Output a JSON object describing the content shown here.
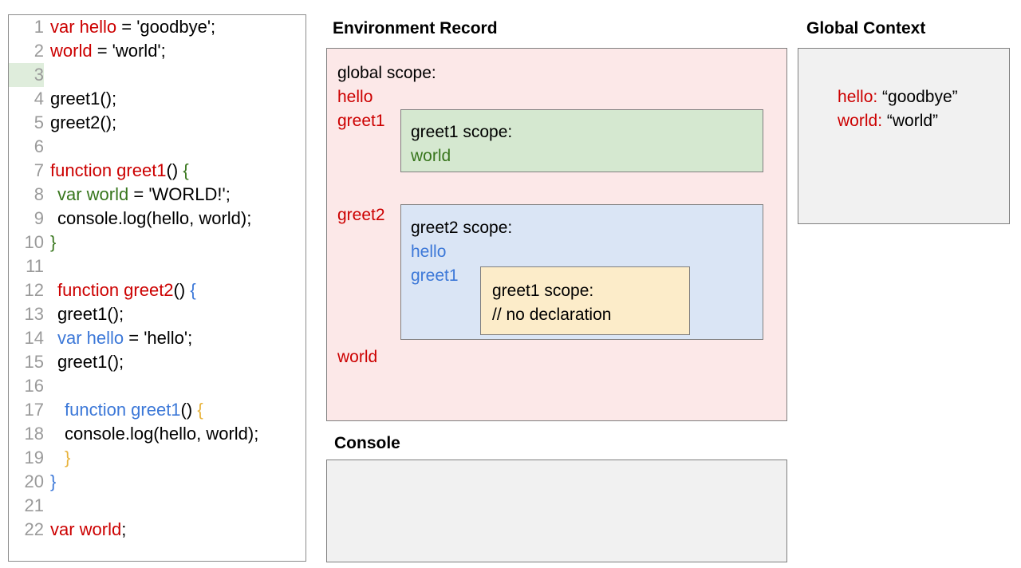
{
  "code_panel": {
    "lines": [
      {
        "num": "1",
        "highlight": false,
        "indent": 0,
        "tokens": [
          {
            "t": "var hello",
            "c": "red"
          },
          {
            "t": " = 'goodbye';",
            "c": "black"
          }
        ]
      },
      {
        "num": "2",
        "highlight": false,
        "indent": 0,
        "tokens": [
          {
            "t": "world",
            "c": "red"
          },
          {
            "t": " = 'world';",
            "c": "black"
          }
        ]
      },
      {
        "num": "3",
        "highlight": true,
        "indent": 0,
        "tokens": []
      },
      {
        "num": "4",
        "highlight": false,
        "indent": 0,
        "tokens": [
          {
            "t": "greet1();",
            "c": "black"
          }
        ]
      },
      {
        "num": "5",
        "highlight": false,
        "indent": 0,
        "tokens": [
          {
            "t": "greet2();",
            "c": "black"
          }
        ]
      },
      {
        "num": "6",
        "highlight": false,
        "indent": 0,
        "tokens": []
      },
      {
        "num": "7",
        "highlight": false,
        "indent": 0,
        "tokens": [
          {
            "t": "function greet1",
            "c": "red"
          },
          {
            "t": "() ",
            "c": "black"
          },
          {
            "t": "{",
            "c": "green"
          }
        ]
      },
      {
        "num": "8",
        "highlight": false,
        "indent": 1,
        "tokens": [
          {
            "t": "var world",
            "c": "green"
          },
          {
            "t": " = 'WORLD!';",
            "c": "black"
          }
        ]
      },
      {
        "num": "9",
        "highlight": false,
        "indent": 1,
        "tokens": [
          {
            "t": "console.log(hello, world);",
            "c": "black"
          }
        ]
      },
      {
        "num": "10",
        "highlight": false,
        "indent": 0,
        "tokens": [
          {
            "t": "}",
            "c": "green"
          }
        ]
      },
      {
        "num": "11",
        "highlight": false,
        "indent": 0,
        "tokens": []
      },
      {
        "num": "12",
        "highlight": false,
        "indent": 1,
        "tokens": [
          {
            "t": "function greet2",
            "c": "red"
          },
          {
            "t": "() ",
            "c": "black"
          },
          {
            "t": "{",
            "c": "blue"
          }
        ]
      },
      {
        "num": "13",
        "highlight": false,
        "indent": 1,
        "tokens": [
          {
            "t": "greet1();",
            "c": "black"
          }
        ]
      },
      {
        "num": "14",
        "highlight": false,
        "indent": 1,
        "tokens": [
          {
            "t": "var hello",
            "c": "blue"
          },
          {
            "t": " = 'hello';",
            "c": "black"
          }
        ]
      },
      {
        "num": "15",
        "highlight": false,
        "indent": 1,
        "tokens": [
          {
            "t": "greet1();",
            "c": "black"
          }
        ]
      },
      {
        "num": "16",
        "highlight": false,
        "indent": 0,
        "tokens": []
      },
      {
        "num": "17",
        "highlight": false,
        "indent": 2,
        "tokens": [
          {
            "t": "function greet1",
            "c": "blue"
          },
          {
            "t": "() ",
            "c": "black"
          },
          {
            "t": "{",
            "c": "gold"
          }
        ]
      },
      {
        "num": "18",
        "highlight": false,
        "indent": 2,
        "tokens": [
          {
            "t": "console.log(hello, world);",
            "c": "black"
          }
        ]
      },
      {
        "num": "19",
        "highlight": false,
        "indent": 2,
        "tokens": [
          {
            "t": "}",
            "c": "gold"
          }
        ]
      },
      {
        "num": "20",
        "highlight": false,
        "indent": 0,
        "tokens": [
          {
            "t": "}",
            "c": "blue"
          }
        ]
      },
      {
        "num": "21",
        "highlight": false,
        "indent": 0,
        "tokens": []
      },
      {
        "num": "22",
        "highlight": false,
        "indent": 0,
        "tokens": [
          {
            "t": "var world",
            "c": "red"
          },
          {
            "t": ";",
            "c": "black"
          }
        ]
      }
    ]
  },
  "environment_record": {
    "title": "Environment Record",
    "global_scope_label": "global scope:",
    "global_bindings": [
      {
        "name": "hello",
        "color": "#cc0000"
      },
      {
        "name": "greet1",
        "color": "#cc0000"
      },
      {
        "name": "greet2",
        "color": "#cc0000"
      },
      {
        "name": "world",
        "color": "#cc0000"
      }
    ],
    "greet1_scope": {
      "title": "greet1 scope:",
      "binding": "world"
    },
    "greet2_scope": {
      "title": "greet2 scope:",
      "binding_hello": "hello",
      "binding_greet1": "greet1",
      "inner_greet1_scope": {
        "title": "greet1 scope:",
        "note": "// no declaration"
      }
    }
  },
  "console": {
    "title": "Console",
    "output": ""
  },
  "global_context": {
    "title": "Global Context",
    "entries": [
      {
        "key": "hello:",
        "value": " “goodbye”"
      },
      {
        "key": "world:",
        "value": " “world”"
      }
    ]
  },
  "colors": {
    "env_record_bg": "#fce8e8",
    "greet1_scope_bg": "#d5e8d0",
    "greet2_scope_bg": "#dae5f5",
    "inner_scope_bg": "#fcecc9",
    "panel_bg": "#f1f1f1",
    "border": "#7f7f7f",
    "red": "#cc0000",
    "green": "#38761d",
    "blue": "#3c78d8",
    "gold": "#e8b33c",
    "line_highlight": "#dfeddc"
  }
}
